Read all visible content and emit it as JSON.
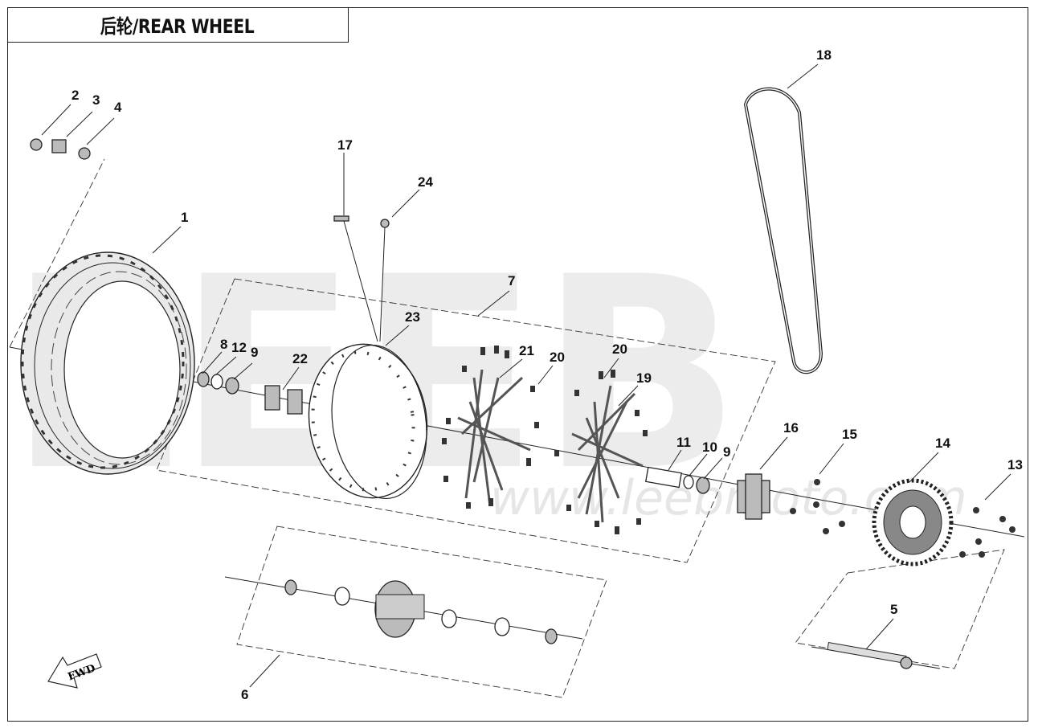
{
  "title": "后轮/REAR WHEEL",
  "watermark": {
    "large": "LEEB",
    "url": "www.leebmoto.com"
  },
  "fwd_label": "FWD",
  "callouts": [
    {
      "id": "c1",
      "text": "1"
    },
    {
      "id": "c2",
      "text": "2"
    },
    {
      "id": "c3",
      "text": "3"
    },
    {
      "id": "c4",
      "text": "4"
    },
    {
      "id": "c5",
      "text": "5"
    },
    {
      "id": "c6",
      "text": "6"
    },
    {
      "id": "c7",
      "text": "7"
    },
    {
      "id": "c8",
      "text": "8"
    },
    {
      "id": "c9a",
      "text": "9"
    },
    {
      "id": "c9b",
      "text": "9"
    },
    {
      "id": "c10",
      "text": "10"
    },
    {
      "id": "c11",
      "text": "11"
    },
    {
      "id": "c12",
      "text": "12"
    },
    {
      "id": "c13",
      "text": "13"
    },
    {
      "id": "c14",
      "text": "14"
    },
    {
      "id": "c15",
      "text": "15"
    },
    {
      "id": "c16",
      "text": "16"
    },
    {
      "id": "c17",
      "text": "17"
    },
    {
      "id": "c18",
      "text": "18"
    },
    {
      "id": "c19",
      "text": "19"
    },
    {
      "id": "c20a",
      "text": "20"
    },
    {
      "id": "c20b",
      "text": "20"
    },
    {
      "id": "c21",
      "text": "21"
    },
    {
      "id": "c22",
      "text": "22"
    },
    {
      "id": "c23",
      "text": "23"
    },
    {
      "id": "c24",
      "text": "24"
    }
  ]
}
